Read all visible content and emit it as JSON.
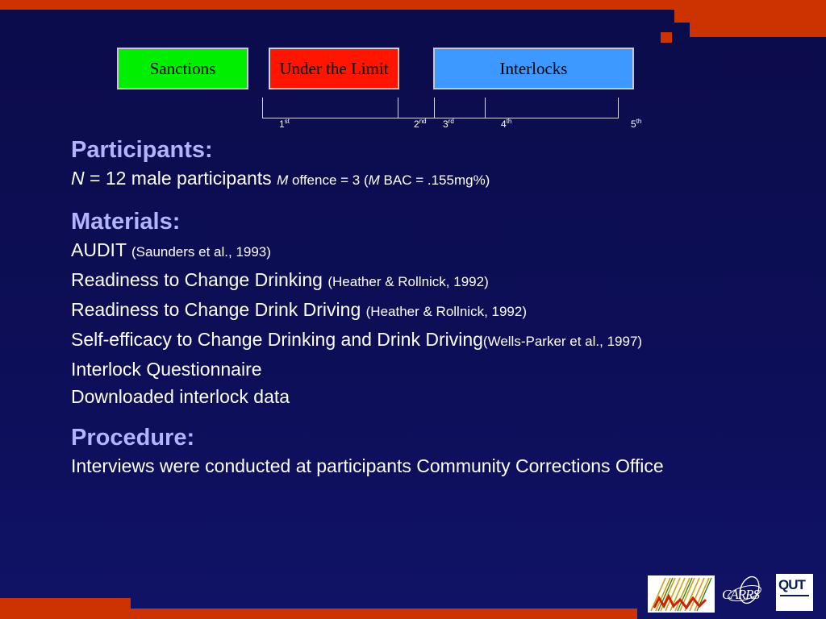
{
  "timeline": {
    "boxes": {
      "sanctions": "Sanctions",
      "under_limit": "Under the Limit",
      "interlocks": "Interlocks"
    },
    "ticks": [
      {
        "num": "1",
        "sup": "st"
      },
      {
        "num": "2",
        "sup": "nd"
      },
      {
        "num": "3",
        "sup": "rd"
      },
      {
        "num": "4",
        "sup": "th"
      },
      {
        "num": "5",
        "sup": "th"
      }
    ]
  },
  "participants": {
    "heading": "Participants:",
    "n_symbol": "N",
    "n_text": " = 12 male participants ",
    "m_symbol": "M",
    "offence_text": " offence = 3 (",
    "m_symbol2": "M",
    "bac_text": " BAC = .155mg%)"
  },
  "materials": {
    "heading": "Materials:",
    "items": [
      {
        "main": "AUDIT ",
        "cite": "(Saunders et al., 1993)"
      },
      {
        "main": "Readiness to Change Drinking ",
        "cite": "(Heather & Rollnick, 1992)"
      },
      {
        "main": "Readiness to Change Drink Driving ",
        "cite": "(Heather & Rollnick, 1992)"
      },
      {
        "main": "Self-efficacy to Change Drinking and Drink Driving",
        "cite": "(Wells-Parker et al., 1997)"
      },
      {
        "main": "Interlock Questionnaire",
        "cite": ""
      },
      {
        "main": "Downloaded interlock data",
        "cite": ""
      }
    ]
  },
  "procedure": {
    "heading": "Procedure:",
    "text": "Interviews were conducted at participants Community Corrections Office"
  },
  "logos": {
    "carrs": "CARRS",
    "qut": "QUT"
  },
  "colors": {
    "accent_orange": "#cc3300",
    "background": "#0d0e57",
    "heading": "#b3b3ff"
  }
}
